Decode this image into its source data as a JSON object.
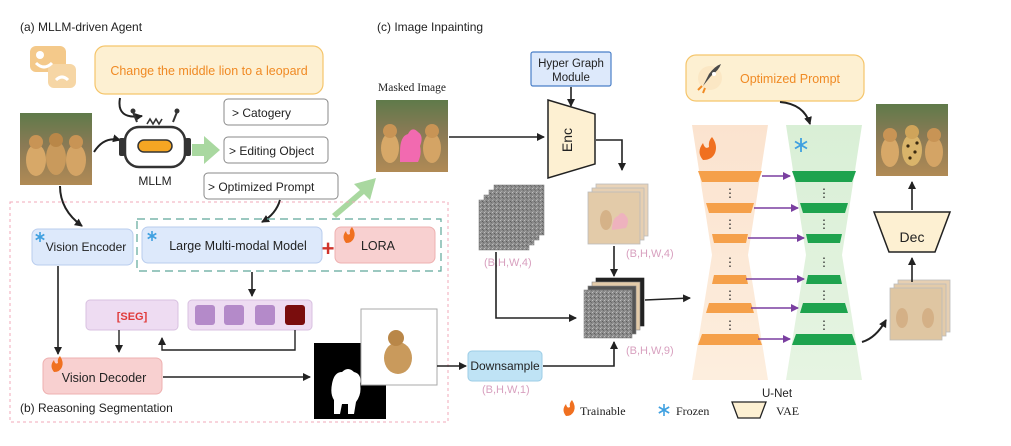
{
  "panels": {
    "agent": "(a)  MLLM-driven Agent",
    "inpainting": "(c)  Image Inpainting",
    "segmentation": "(b)  Reasoning Segmentation"
  },
  "agent": {
    "instruction": "Change the middle lion to a leopard",
    "mllm_label": "MLLM",
    "outputs": [
      ">   Catogery",
      "> Editing Object",
      ">   Optimized Prompt"
    ]
  },
  "segmentation": {
    "vision_encoder": "Vision Encoder",
    "large_model": "Large Multi-modal Model",
    "plus": "+",
    "lora": "LORA",
    "seg_token": "[SEG]",
    "vision_decoder": "Vision Decoder"
  },
  "inpainting": {
    "masked_image_label": "Masked Image",
    "hyper_graph": [
      "Hyper Graph",
      "Module"
    ],
    "enc": "Enc",
    "dec": "Dec",
    "optimized_prompt": "Optimized Prompt",
    "downsample": "Downsample",
    "shape_noise": "(B,H,W,4)",
    "shape_latent": "(B,H,W,4)",
    "shape_concat": "(B,H,W,9)",
    "shape_mask": "(B,H,W,1)",
    "unet_label": "U-Net",
    "dots": "⋮"
  },
  "legend": {
    "trainable": "Trainable",
    "frozen": "Frozen",
    "vae": "VAE"
  },
  "colors": {
    "orange_text": "#f08a24",
    "pink_text": "#d8a0bf",
    "green_arrow": "#a9d8a0",
    "unet_orange": "#f5a04a",
    "unet_green": "#1ea34e",
    "token_purple": "#b48ac9",
    "token_dark": "#7a0d0d"
  },
  "icons": [
    "robot-icon",
    "chat-bubbles-icon",
    "fire-icon",
    "snowflake-icon",
    "rocket-icon"
  ]
}
